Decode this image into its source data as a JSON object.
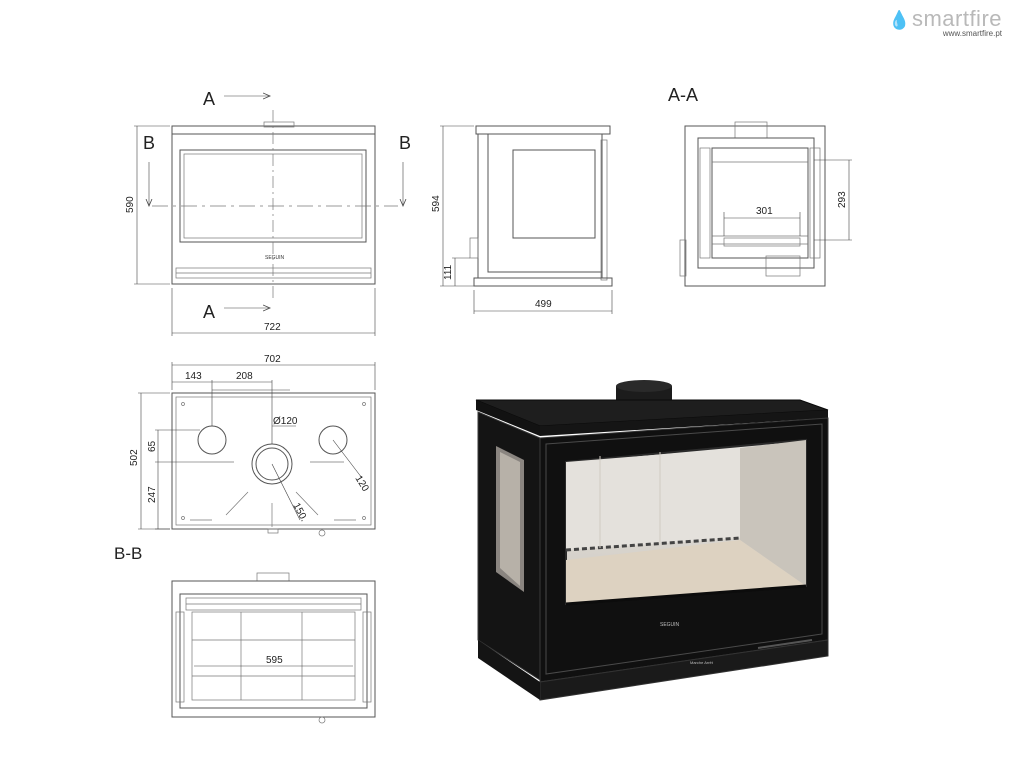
{
  "brand": {
    "name": "smartfire",
    "url": "www.smartfire.pt",
    "accent_color": "#e4a24a",
    "name_color": "#b9b9b9"
  },
  "front_view": {
    "section_a_top": "A",
    "section_a_bottom": "A",
    "section_b_left": "B",
    "section_b_right": "B",
    "width": "722",
    "height": "590",
    "logo_label": "SEGUIN"
  },
  "side_view": {
    "height": "594",
    "base_height": "111",
    "depth": "499"
  },
  "section_aa": {
    "label": "A-A",
    "inner_width": "301",
    "inner_height": "293"
  },
  "top_view": {
    "width": "702",
    "offset_1": "143",
    "offset_2": "208",
    "flue_diameter": "Ø120",
    "depth": "502",
    "dim_65": "65",
    "dim_247": "247",
    "dim_120": "120",
    "dim_150": "150."
  },
  "section_bb": {
    "label": "B-B",
    "inner_width": "595"
  },
  "product_photo": {
    "logo_label": "SEGUIN",
    "panel_label": "Marche  Arrêt"
  }
}
